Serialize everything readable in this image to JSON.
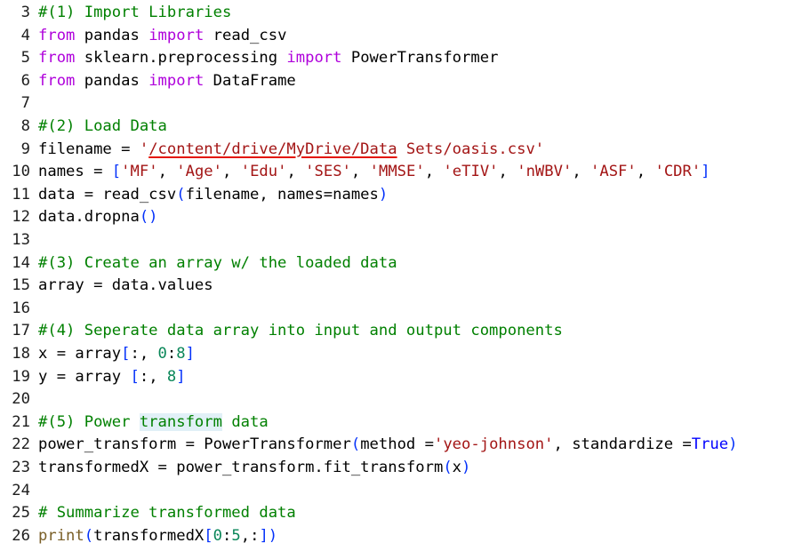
{
  "lines": [
    {
      "num": "3",
      "tokens": [
        {
          "t": "#(1) Import Libraries",
          "c": "cm"
        }
      ]
    },
    {
      "num": "4",
      "tokens": [
        {
          "t": "from",
          "c": "kw"
        },
        {
          "t": " pandas ",
          "c": ""
        },
        {
          "t": "import",
          "c": "kw"
        },
        {
          "t": " read_csv",
          "c": ""
        }
      ]
    },
    {
      "num": "5",
      "tokens": [
        {
          "t": "from",
          "c": "kw"
        },
        {
          "t": " sklearn.preprocessing ",
          "c": ""
        },
        {
          "t": "import",
          "c": "kw"
        },
        {
          "t": " PowerTransformer",
          "c": ""
        }
      ]
    },
    {
      "num": "6",
      "tokens": [
        {
          "t": "from",
          "c": "kw"
        },
        {
          "t": " pandas ",
          "c": ""
        },
        {
          "t": "import",
          "c": "kw"
        },
        {
          "t": " DataFrame",
          "c": ""
        }
      ]
    },
    {
      "num": "7",
      "tokens": []
    },
    {
      "num": "8",
      "tokens": [
        {
          "t": "#(2) Load Data",
          "c": "cm"
        }
      ]
    },
    {
      "num": "9",
      "tokens": [
        {
          "t": "filename = ",
          "c": ""
        },
        {
          "t": "'",
          "c": "st"
        },
        {
          "t": "/content/drive/MyDrive/Data",
          "c": "st squiggle"
        },
        {
          "t": " Sets/oasis.csv'",
          "c": "st"
        }
      ]
    },
    {
      "num": "10",
      "tokens": [
        {
          "t": "names = ",
          "c": ""
        },
        {
          "t": "[",
          "c": "pu"
        },
        {
          "t": "'MF'",
          "c": "st"
        },
        {
          "t": ", ",
          "c": ""
        },
        {
          "t": "'Age'",
          "c": "st"
        },
        {
          "t": ", ",
          "c": ""
        },
        {
          "t": "'Edu'",
          "c": "st"
        },
        {
          "t": ", ",
          "c": ""
        },
        {
          "t": "'SES'",
          "c": "st"
        },
        {
          "t": ", ",
          "c": ""
        },
        {
          "t": "'MMSE'",
          "c": "st"
        },
        {
          "t": ", ",
          "c": ""
        },
        {
          "t": "'eTIV'",
          "c": "st"
        },
        {
          "t": ", ",
          "c": ""
        },
        {
          "t": "'nWBV'",
          "c": "st"
        },
        {
          "t": ", ",
          "c": ""
        },
        {
          "t": "'ASF'",
          "c": "st"
        },
        {
          "t": ", ",
          "c": ""
        },
        {
          "t": "'CDR'",
          "c": "st"
        },
        {
          "t": "]",
          "c": "pu"
        }
      ]
    },
    {
      "num": "11",
      "tokens": [
        {
          "t": "data = read_csv",
          "c": ""
        },
        {
          "t": "(",
          "c": "pu"
        },
        {
          "t": "filename, names=names",
          "c": ""
        },
        {
          "t": ")",
          "c": "pu"
        }
      ]
    },
    {
      "num": "12",
      "tokens": [
        {
          "t": "data.dropna",
          "c": ""
        },
        {
          "t": "()",
          "c": "pu"
        }
      ]
    },
    {
      "num": "13",
      "tokens": []
    },
    {
      "num": "14",
      "tokens": [
        {
          "t": "#(3) Create an array w/ the loaded data",
          "c": "cm"
        }
      ]
    },
    {
      "num": "15",
      "tokens": [
        {
          "t": "array = data.values",
          "c": ""
        }
      ]
    },
    {
      "num": "16",
      "tokens": []
    },
    {
      "num": "17",
      "tokens": [
        {
          "t": "#(4) Seperate data array into input and output components",
          "c": "cm"
        }
      ]
    },
    {
      "num": "18",
      "tokens": [
        {
          "t": "x = array",
          "c": ""
        },
        {
          "t": "[",
          "c": "pu"
        },
        {
          "t": ":, ",
          "c": ""
        },
        {
          "t": "0",
          "c": "nm"
        },
        {
          "t": ":",
          "c": ""
        },
        {
          "t": "8",
          "c": "nm"
        },
        {
          "t": "]",
          "c": "pu"
        }
      ]
    },
    {
      "num": "19",
      "tokens": [
        {
          "t": "y = array ",
          "c": ""
        },
        {
          "t": "[",
          "c": "pu"
        },
        {
          "t": ":, ",
          "c": ""
        },
        {
          "t": "8",
          "c": "nm"
        },
        {
          "t": "]",
          "c": "pu"
        }
      ]
    },
    {
      "num": "20",
      "tokens": []
    },
    {
      "num": "21",
      "tokens": [
        {
          "t": "#(5) Power ",
          "c": "cm"
        },
        {
          "t": "transform",
          "c": "cm hl"
        },
        {
          "t": " data",
          "c": "cm"
        }
      ]
    },
    {
      "num": "22",
      "tokens": [
        {
          "t": "power_transform = PowerTransformer",
          "c": ""
        },
        {
          "t": "(",
          "c": "pu"
        },
        {
          "t": "method =",
          "c": ""
        },
        {
          "t": "'yeo-johnson'",
          "c": "st"
        },
        {
          "t": ", standardize =",
          "c": ""
        },
        {
          "t": "True",
          "c": "kw2"
        },
        {
          "t": ")",
          "c": "pu"
        }
      ]
    },
    {
      "num": "23",
      "tokens": [
        {
          "t": "transformedX = power_transform.fit_transform",
          "c": ""
        },
        {
          "t": "(",
          "c": "pu"
        },
        {
          "t": "x",
          "c": ""
        },
        {
          "t": ")",
          "c": "pu"
        }
      ]
    },
    {
      "num": "24",
      "tokens": []
    },
    {
      "num": "25",
      "tokens": [
        {
          "t": "# Summarize transformed data",
          "c": "cm"
        }
      ]
    },
    {
      "num": "26",
      "tokens": [
        {
          "t": "print",
          "c": "fn"
        },
        {
          "t": "(",
          "c": "pu"
        },
        {
          "t": "transformedX",
          "c": ""
        },
        {
          "t": "[",
          "c": "pu"
        },
        {
          "t": "0",
          "c": "nm"
        },
        {
          "t": ":",
          "c": ""
        },
        {
          "t": "5",
          "c": "nm"
        },
        {
          "t": ",:",
          "c": ""
        },
        {
          "t": "]",
          "c": "pu"
        },
        {
          "t": ")",
          "c": "pu"
        }
      ]
    }
  ],
  "colors": {
    "keyword": "#af00db",
    "comment": "#008000",
    "string": "#a31515",
    "number": "#098658",
    "bracket": "#0431fa",
    "constant": "#0000ff"
  }
}
